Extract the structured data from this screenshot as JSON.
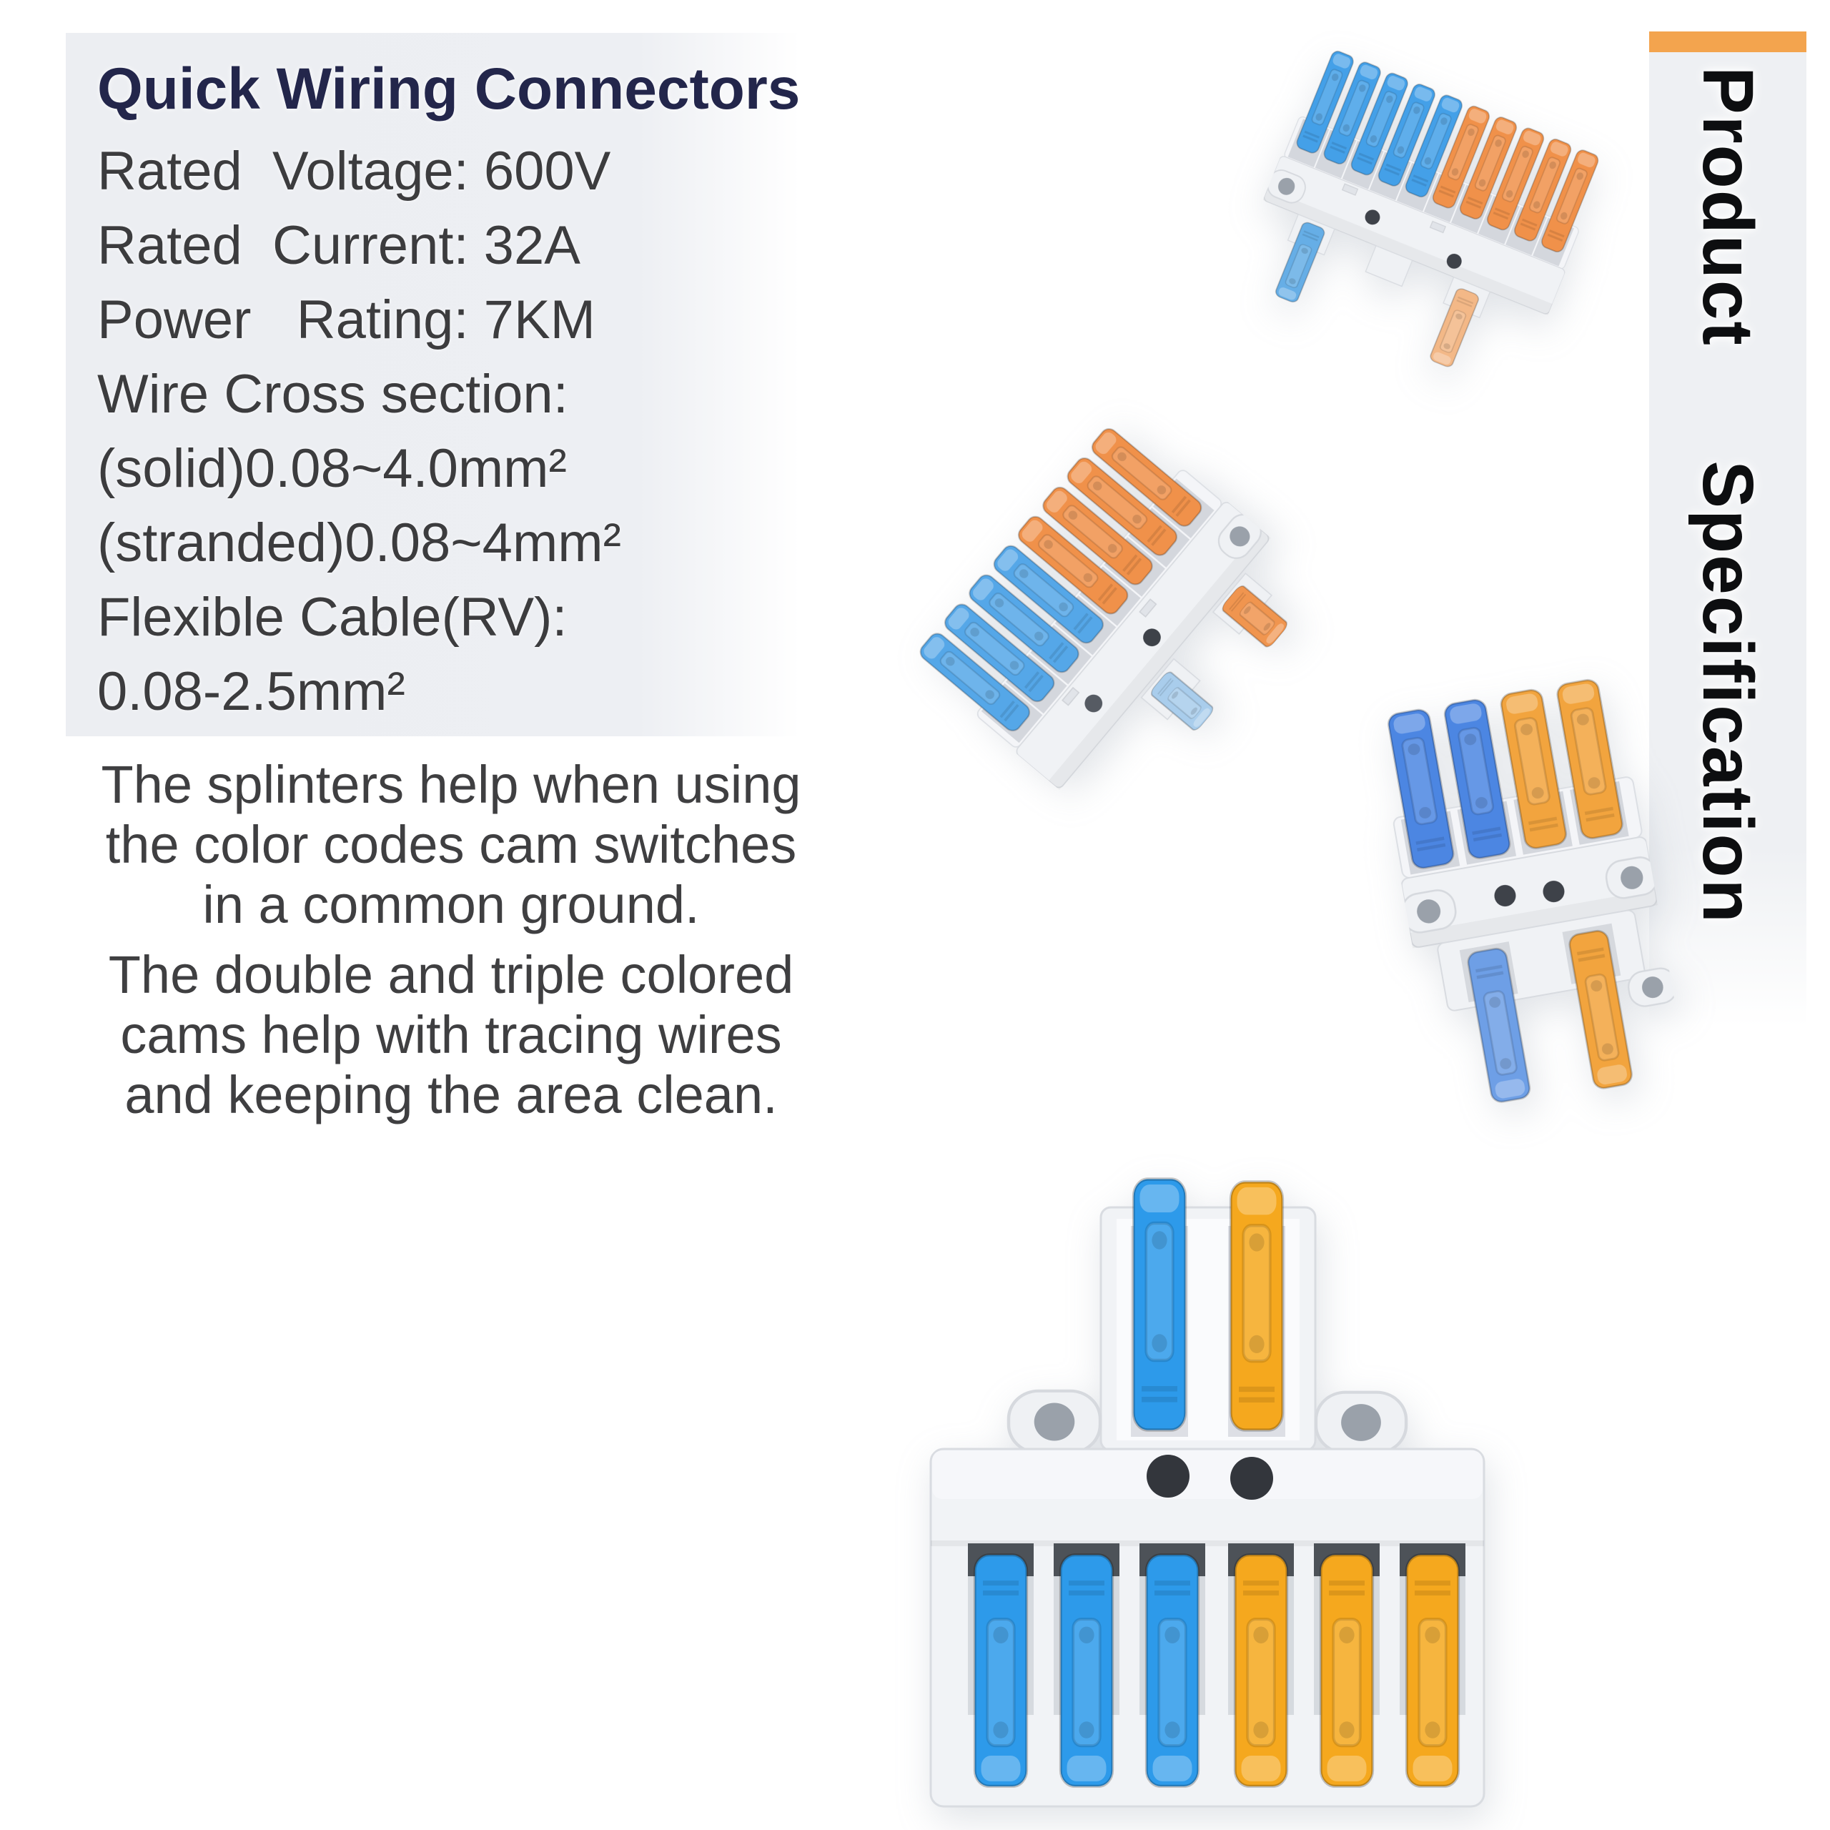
{
  "colors": {
    "accent_orange": "#F3A44E",
    "panel_gray": "#EDEFF2",
    "title_navy": "#23264B",
    "text_dark": "#3C3C3E",
    "side_text": "#0D0E10",
    "lever_blue": "#44A0E8",
    "lever_orange": "#F0914A",
    "lever_indigo_blue": "#4C86E2",
    "lever_amber": "#F5A81E",
    "lever_sky_blue": "#2D9AEA",
    "body_gray": "#F0F2F5"
  },
  "spec_panel": {
    "title": "Quick Wiring Connectors",
    "lines": [
      "Rated  Voltage: 600V",
      "Rated  Current: 32A",
      "Power   Rating: 7KM",
      "Wire Cross section:",
      "(solid)0.08~4.0mm²",
      "(stranded)0.08~4mm²",
      "Flexible Cable(RV):",
      "0.08-2.5mm²"
    ]
  },
  "description": {
    "paragraph1": [
      "The splinters help when using",
      "the color codes cam switches",
      "in a common ground."
    ],
    "paragraph2": [
      "The double and triple colored",
      "cams help with tracing wires",
      "and keeping the area clean."
    ]
  },
  "side_panel": {
    "title": "Product  Specification"
  },
  "product_images": {
    "top_right": "ten-way-splitter-connector",
    "middle_left": "eight-way-splitter-connector",
    "middle_right": "four-way-splitter-connector",
    "bottom": "two-to-six-splitter-connector"
  }
}
